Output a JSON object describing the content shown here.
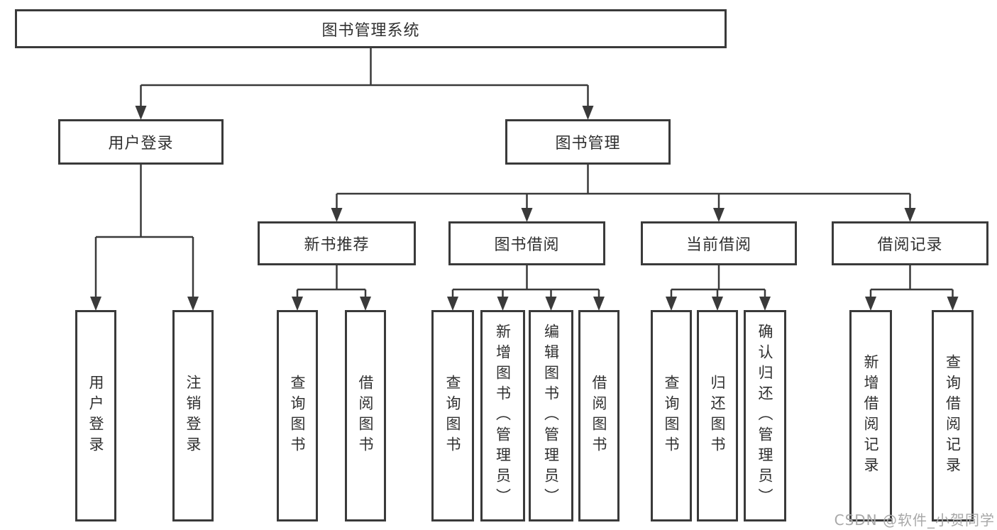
{
  "diagram": {
    "root": {
      "label": "图书管理系统"
    },
    "branches": [
      {
        "label": "用户登录",
        "leaves": [
          "用户登录",
          "注销登录"
        ]
      },
      {
        "label": "图书管理",
        "groups": [
          {
            "label": "新书推荐",
            "leaves": [
              "查询图书",
              "借阅图书"
            ]
          },
          {
            "label": "图书借阅",
            "leaves": [
              "查询图书",
              "新增图书（管理员）",
              "编辑图书（管理员）",
              "借阅图书"
            ]
          },
          {
            "label": "当前借阅",
            "leaves": [
              "查询图书",
              "归还图书",
              "确认归还（管理员）"
            ]
          },
          {
            "label": "借阅记录",
            "leaves": [
              "新增借阅记录",
              "查询借阅记录"
            ]
          }
        ]
      }
    ]
  },
  "watermark": "CSDN @软件_小贺同学",
  "colors": {
    "line": "#3a3a3a",
    "text": "#303030",
    "background": "#ffffff",
    "watermark": "#a8a8a8"
  }
}
